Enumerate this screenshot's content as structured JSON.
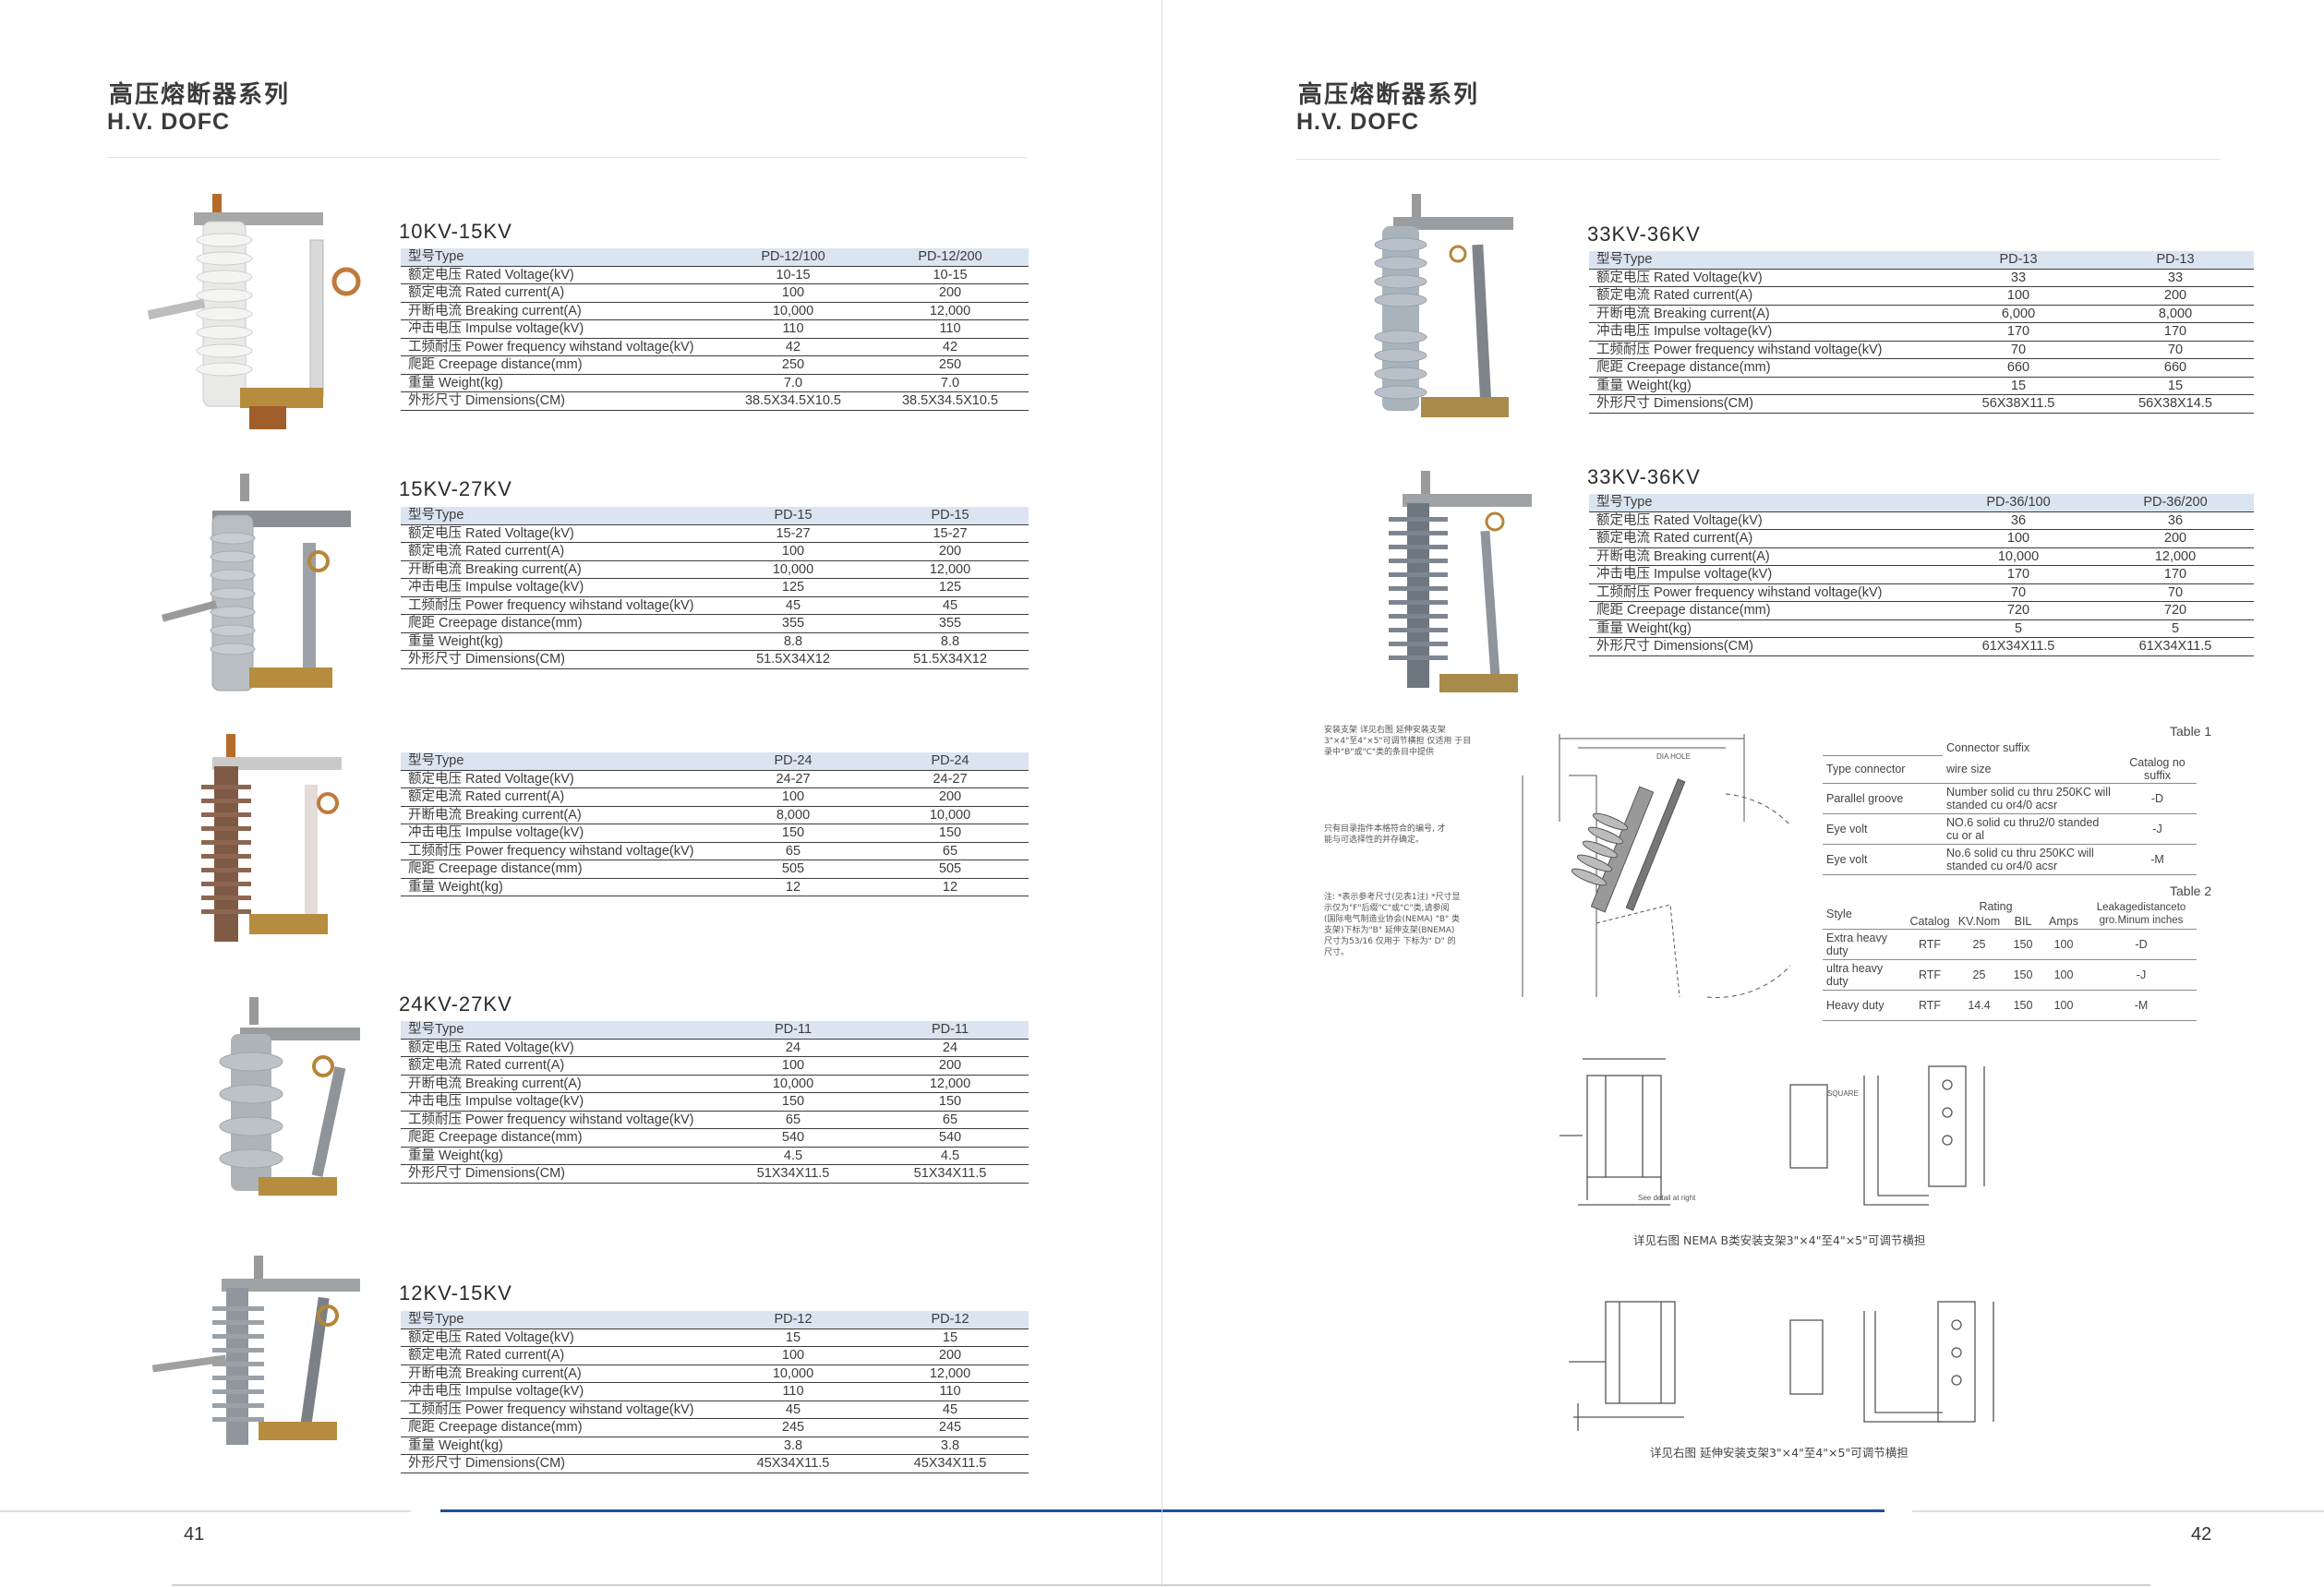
{
  "header": {
    "title_cn": "高压熔断器系列",
    "title_en": "H.V. DOFC"
  },
  "left_sections": [
    {
      "title": "10KV-15KV",
      "models": [
        "PD-12/100",
        "PD-12/200"
      ],
      "rows": [
        {
          "label": "型号Type",
          "v1": "",
          "v2": ""
        },
        {
          "label": "额定电压 Rated Voltage(kV)",
          "v1": "10-15",
          "v2": "10-15"
        },
        {
          "label": "额定电流 Rated current(A)",
          "v1": "100",
          "v2": "200"
        },
        {
          "label": "开断电流 Breaking current(A)",
          "v1": "10,000",
          "v2": "12,000"
        },
        {
          "label": "冲击电压 Impulse voltage(kV)",
          "v1": "110",
          "v2": "110"
        },
        {
          "label": "工频耐压 Power frequency wihstand voltage(kV)",
          "v1": "42",
          "v2": "42"
        },
        {
          "label": "爬距 Creepage distance(mm)",
          "v1": "250",
          "v2": "250"
        },
        {
          "label": "重量 Weight(kg)",
          "v1": "7.0",
          "v2": "7.0"
        },
        {
          "label": "外形尺寸 Dimensions(CM)",
          "v1": "38.5X34.5X10.5",
          "v2": "38.5X34.5X10.5"
        }
      ]
    },
    {
      "title": "15KV-27KV",
      "models": [
        "PD-15",
        "PD-15"
      ],
      "rows": [
        {
          "label": "型号Type",
          "v1": "",
          "v2": ""
        },
        {
          "label": "额定电压 Rated Voltage(kV)",
          "v1": "15-27",
          "v2": "15-27"
        },
        {
          "label": "额定电流 Rated current(A)",
          "v1": "100",
          "v2": "200"
        },
        {
          "label": "开断电流 Breaking current(A)",
          "v1": "10,000",
          "v2": "12,000"
        },
        {
          "label": "冲击电压 Impulse voltage(kV)",
          "v1": "125",
          "v2": "125"
        },
        {
          "label": "工频耐压 Power frequency wihstand voltage(kV)",
          "v1": "45",
          "v2": "45"
        },
        {
          "label": "爬距 Creepage distance(mm)",
          "v1": "355",
          "v2": "355"
        },
        {
          "label": "重量 Weight(kg)",
          "v1": "8.8",
          "v2": "8.8"
        },
        {
          "label": "外形尺寸 Dimensions(CM)",
          "v1": "51.5X34X12",
          "v2": "51.5X34X12"
        }
      ]
    },
    {
      "title": "",
      "models": [
        "PD-24",
        "PD-24"
      ],
      "rows": [
        {
          "label": "型号Type",
          "v1": "",
          "v2": ""
        },
        {
          "label": "额定电压 Rated Voltage(kV)",
          "v1": "24-27",
          "v2": "24-27"
        },
        {
          "label": "额定电流 Rated current(A)",
          "v1": "100",
          "v2": "200"
        },
        {
          "label": "开断电流 Breaking current(A)",
          "v1": "8,000",
          "v2": "10,000"
        },
        {
          "label": "冲击电压 Impulse voltage(kV)",
          "v1": "150",
          "v2": "150"
        },
        {
          "label": "工频耐压 Power frequency wihstand voltage(kV)",
          "v1": "65",
          "v2": "65"
        },
        {
          "label": "爬距 Creepage distance(mm)",
          "v1": "505",
          "v2": "505"
        },
        {
          "label": "重量 Weight(kg)",
          "v1": "12",
          "v2": "12"
        }
      ]
    },
    {
      "title": "24KV-27KV",
      "models": [
        "PD-11",
        "PD-11"
      ],
      "rows": [
        {
          "label": "型号Type",
          "v1": "",
          "v2": ""
        },
        {
          "label": "额定电压 Rated Voltage(kV)",
          "v1": "24",
          "v2": "24"
        },
        {
          "label": "额定电流 Rated current(A)",
          "v1": "100",
          "v2": "200"
        },
        {
          "label": "开断电流 Breaking current(A)",
          "v1": "10,000",
          "v2": "12,000"
        },
        {
          "label": "冲击电压 Impulse voltage(kV)",
          "v1": "150",
          "v2": "150"
        },
        {
          "label": "工频耐压 Power frequency wihstand voltage(kV)",
          "v1": "65",
          "v2": "65"
        },
        {
          "label": "爬距 Creepage distance(mm)",
          "v1": "540",
          "v2": "540"
        },
        {
          "label": "重量 Weight(kg)",
          "v1": "4.5",
          "v2": "4.5"
        },
        {
          "label": "外形尺寸 Dimensions(CM)",
          "v1": "51X34X11.5",
          "v2": "51X34X11.5"
        }
      ]
    },
    {
      "title": "12KV-15KV",
      "models": [
        "PD-12",
        "PD-12"
      ],
      "rows": [
        {
          "label": "型号Type",
          "v1": "",
          "v2": ""
        },
        {
          "label": "额定电压 Rated Voltage(kV)",
          "v1": "15",
          "v2": "15"
        },
        {
          "label": "额定电流 Rated current(A)",
          "v1": "100",
          "v2": "200"
        },
        {
          "label": "开断电流 Breaking current(A)",
          "v1": "10,000",
          "v2": "12,000"
        },
        {
          "label": "冲击电压 Impulse voltage(kV)",
          "v1": "110",
          "v2": "110"
        },
        {
          "label": "工频耐压 Power frequency wihstand voltage(kV)",
          "v1": "45",
          "v2": "45"
        },
        {
          "label": "爬距 Creepage distance(mm)",
          "v1": "245",
          "v2": "245"
        },
        {
          "label": "重量 Weight(kg)",
          "v1": "3.8",
          "v2": "3.8"
        },
        {
          "label": "外形尺寸 Dimensions(CM)",
          "v1": "45X34X11.5",
          "v2": "45X34X11.5"
        }
      ]
    }
  ],
  "right_sections": [
    {
      "title": "33KV-36KV",
      "models": [
        "PD-13",
        "PD-13"
      ],
      "rows": [
        {
          "label": "型号Type",
          "v1": "",
          "v2": ""
        },
        {
          "label": "额定电压 Rated Voltage(kV)",
          "v1": "33",
          "v2": "33"
        },
        {
          "label": "额定电流 Rated current(A)",
          "v1": "100",
          "v2": "200"
        },
        {
          "label": "开断电流 Breaking current(A)",
          "v1": "6,000",
          "v2": "8,000"
        },
        {
          "label": "冲击电压 Impulse voltage(kV)",
          "v1": "170",
          "v2": "170"
        },
        {
          "label": "工频耐压 Power frequency wihstand voltage(kV)",
          "v1": "70",
          "v2": "70"
        },
        {
          "label": "爬距 Creepage distance(mm)",
          "v1": "660",
          "v2": "660"
        },
        {
          "label": "重量 Weight(kg)",
          "v1": "15",
          "v2": "15"
        },
        {
          "label": "外形尺寸 Dimensions(CM)",
          "v1": "56X38X11.5",
          "v2": "56X38X14.5"
        }
      ]
    },
    {
      "title": "33KV-36KV",
      "models": [
        "PD-36/100",
        "PD-36/200"
      ],
      "rows": [
        {
          "label": "型号Type",
          "v1": "",
          "v2": ""
        },
        {
          "label": "额定电压 Rated Voltage(kV)",
          "v1": "36",
          "v2": "36"
        },
        {
          "label": "额定电流 Rated current(A)",
          "v1": "100",
          "v2": "200"
        },
        {
          "label": "开断电流 Breaking current(A)",
          "v1": "10,000",
          "v2": "12,000"
        },
        {
          "label": "冲击电压 Impulse voltage(kV)",
          "v1": "170",
          "v2": "170"
        },
        {
          "label": "工频耐压 Power frequency wihstand voltage(kV)",
          "v1": "70",
          "v2": "70"
        },
        {
          "label": "爬距 Creepage distance(mm)",
          "v1": "720",
          "v2": "720"
        },
        {
          "label": "重量 Weight(kg)",
          "v1": "5",
          "v2": "5"
        },
        {
          "label": "外形尺寸 Dimensions(CM)",
          "v1": "61X34X11.5",
          "v2": "61X34X11.5"
        }
      ]
    }
  ],
  "table1": {
    "caption": "Table 1",
    "header_top": "Connector suffix",
    "headers": [
      "Type connector",
      "wire size",
      "Catalog no suffix"
    ],
    "rows": [
      {
        "type": "Parallel groove",
        "wire": "Number solid cu thru 250KC will standed cu or4/0 acsr",
        "suffix": "-D"
      },
      {
        "type": "Eye volt",
        "wire": "NO.6 solid cu thru2/0 standed cu or al",
        "suffix": "-J"
      },
      {
        "type": "Eye volt",
        "wire": "No.6 solid cu thru 250KC will standed cu or4/0 acsr",
        "suffix": "-M"
      }
    ]
  },
  "table2": {
    "caption": "Table 2",
    "header_rating": "Rating",
    "header_leak": "Leakagedistanceto gro.Minum inches",
    "headers": [
      "Style",
      "Catalog",
      "KV.Nom",
      "BIL",
      "Amps"
    ],
    "rows": [
      {
        "style": "Extra heavy duty",
        "catalog": "RTF",
        "kv": "25",
        "bil": "150",
        "amps": "100",
        "leak": "-D"
      },
      {
        "style": "ultra heavy duty",
        "catalog": "RTF",
        "kv": "25",
        "bil": "150",
        "amps": "100",
        "leak": "-J"
      },
      {
        "style": "Heavy duty",
        "catalog": "RTF",
        "kv": "14.4",
        "bil": "150",
        "amps": "100",
        "leak": "-M"
      }
    ]
  },
  "annotations": {
    "install_note": "安装支架 详见右图 延伸安装支架 3\"×4\"至4\"×5\"可调节横担 仅适用 于目录中\"B\"或\"C\"类的条目中提供",
    "order_note": "只有目录指件本格符合的编号, 才能与可选择性的并存确定。",
    "drawing_note": "注: *表示参考尺寸(见表1注) *尺寸显示仅为\"F\"后缀\"C\"或\"C\"类,请参阅 (国际电气制造业协会(NEMA) \"B\" 类支架)下标为\"B\" 延伸支架(BNEMA)尺寸为53/16 仅用于 下标为\" D\" 的尺寸。",
    "dim_dia_hole": "DIA HOLE",
    "dim_square": "SQUARE",
    "see_detail": "See detail at right",
    "caption_a": "详见右图 NEMA B类安装支架3\"×4\"至4\"×5\"可调节横担",
    "caption_b": "详见右图 延伸安装支架3\"×4\"至4\"×5\"可调节横担"
  },
  "footer": {
    "left_page": "41",
    "right_page": "42"
  },
  "colors": {
    "table_header_bg": "#dbe5f1",
    "footer_blue": "#1f4e9a"
  }
}
